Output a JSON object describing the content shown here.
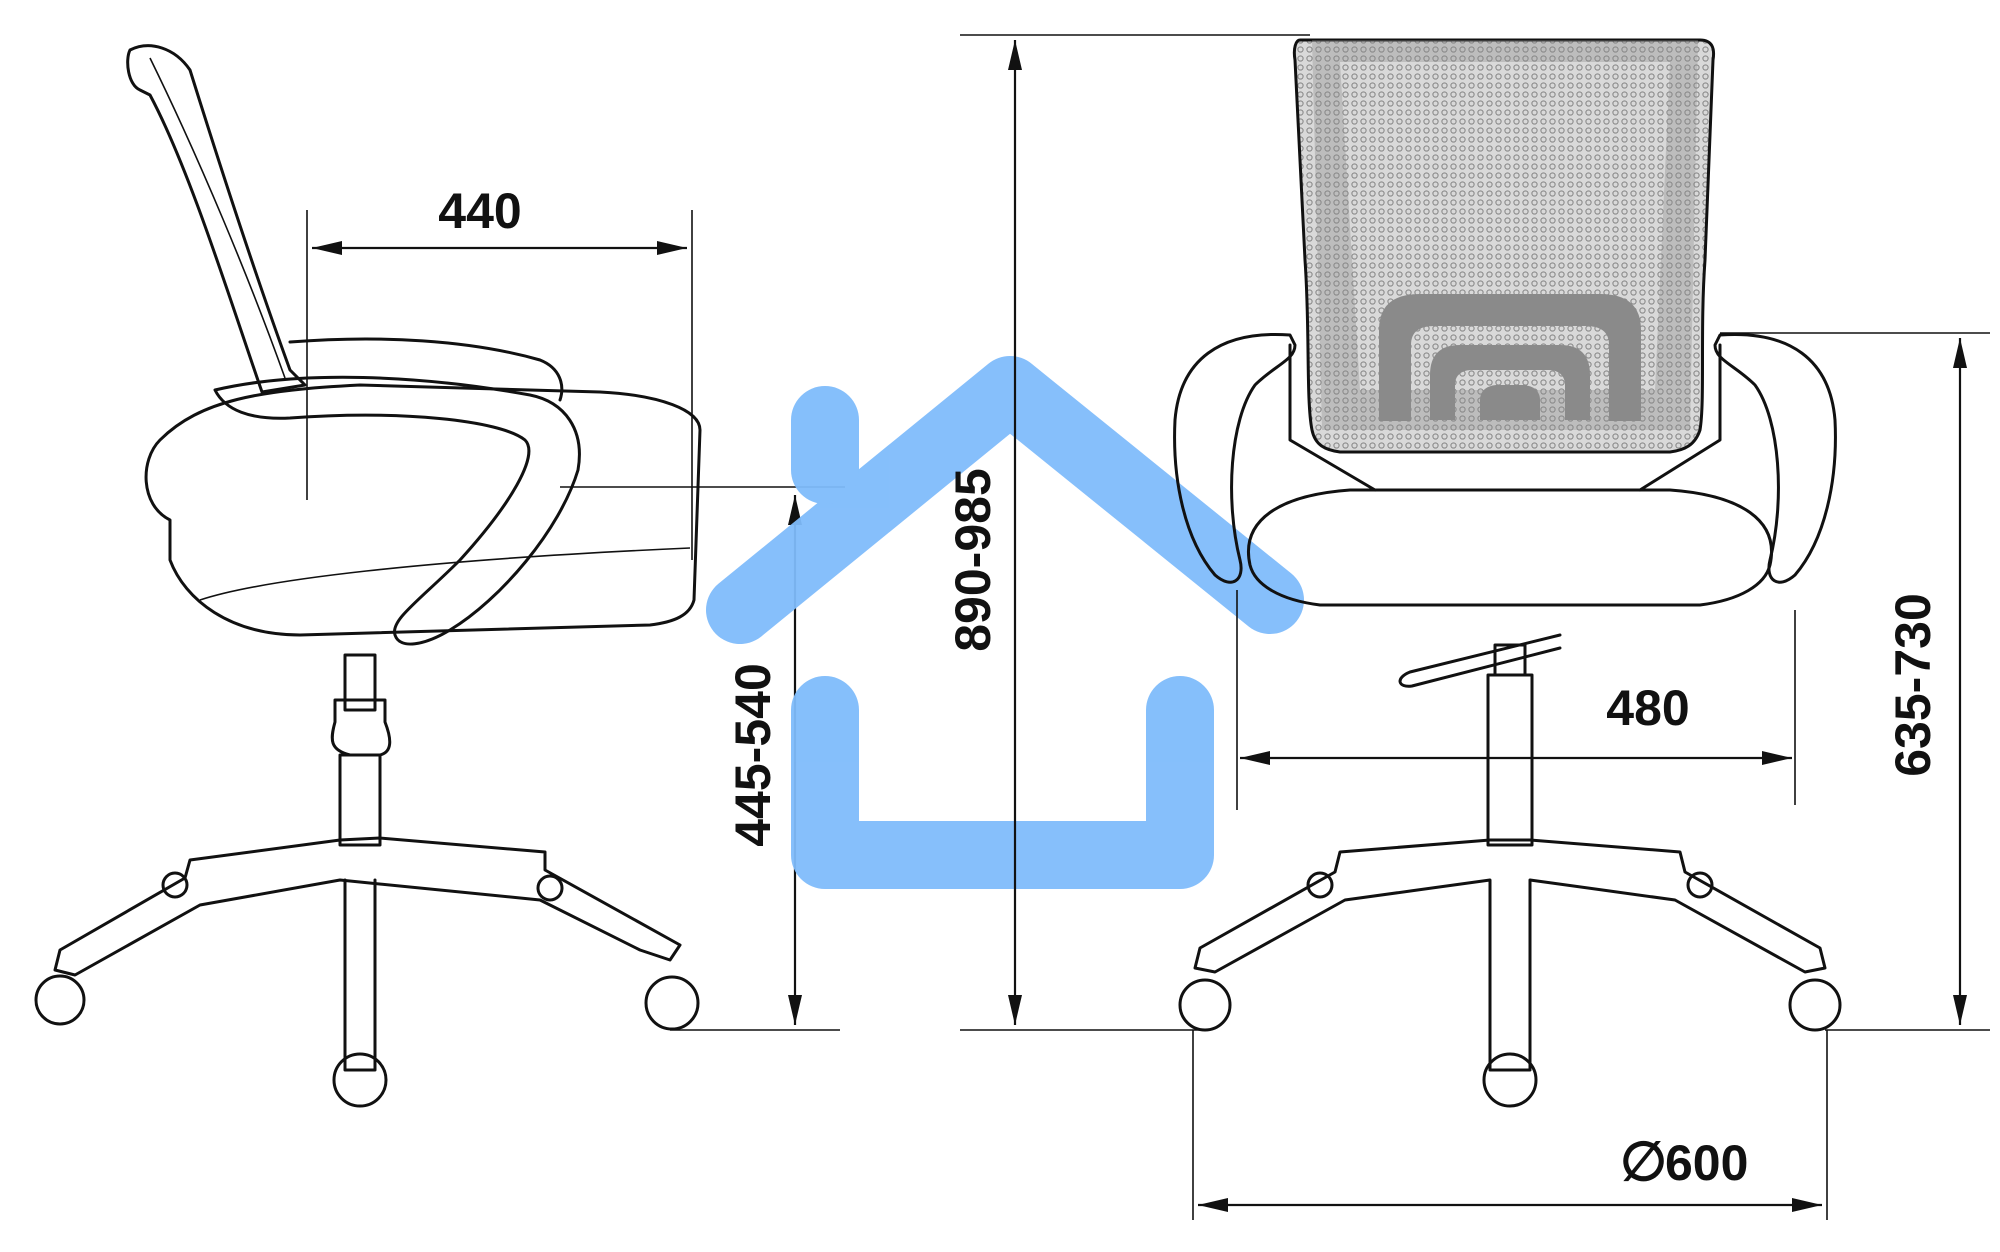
{
  "colors": {
    "line": "#111111",
    "mesh_dark": "#8a8a8a",
    "mesh_light": "#d9d9d9",
    "watermark": "#7fbcfb",
    "background": "#ffffff"
  },
  "dimensions": {
    "seat_depth": "440",
    "seat_height": "445-540",
    "total_height": "890-985",
    "seat_width": "480",
    "armrest_height": "635-730",
    "base_diameter": "600",
    "diameter_symbol": "∅"
  },
  "watermark": {
    "icon": "house-icon"
  }
}
